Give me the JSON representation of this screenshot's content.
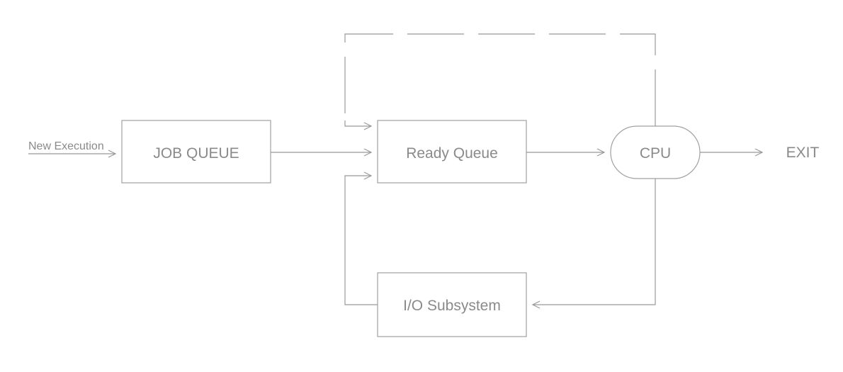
{
  "diagram": {
    "type": "flow-diagram",
    "subject": "cpu-process-scheduling",
    "background": "#ffffff",
    "colors": {
      "line": "#999999",
      "node_border": "#a0a0a0",
      "text": "#8a8a8a"
    },
    "nodes": [
      {
        "id": "job_queue",
        "label": "JOB QUEUE",
        "shape": "rectangle"
      },
      {
        "id": "ready_queue",
        "label": "Ready Queue",
        "shape": "rectangle"
      },
      {
        "id": "cpu",
        "label": "CPU",
        "shape": "stadium"
      },
      {
        "id": "io_subsystem",
        "label": "I/O Subsystem",
        "shape": "rectangle"
      }
    ],
    "annotations": {
      "entry_label": "New Execution",
      "exit_label": "EXIT"
    },
    "edges": [
      {
        "from": "new_execution_entry",
        "to": "job_queue",
        "style": "solid",
        "arrow": true
      },
      {
        "from": "job_queue",
        "to": "ready_queue",
        "style": "solid",
        "arrow": true
      },
      {
        "from": "ready_queue",
        "to": "cpu",
        "style": "solid",
        "arrow": true
      },
      {
        "from": "cpu",
        "to": "exit",
        "style": "solid",
        "arrow": true
      },
      {
        "from": "cpu",
        "to": "ready_queue",
        "style": "dashed",
        "arrow": true
      },
      {
        "from": "cpu",
        "to": "io_subsystem",
        "style": "solid",
        "arrow": true
      },
      {
        "from": "io_subsystem",
        "to": "ready_queue",
        "style": "solid",
        "arrow": true
      }
    ]
  }
}
